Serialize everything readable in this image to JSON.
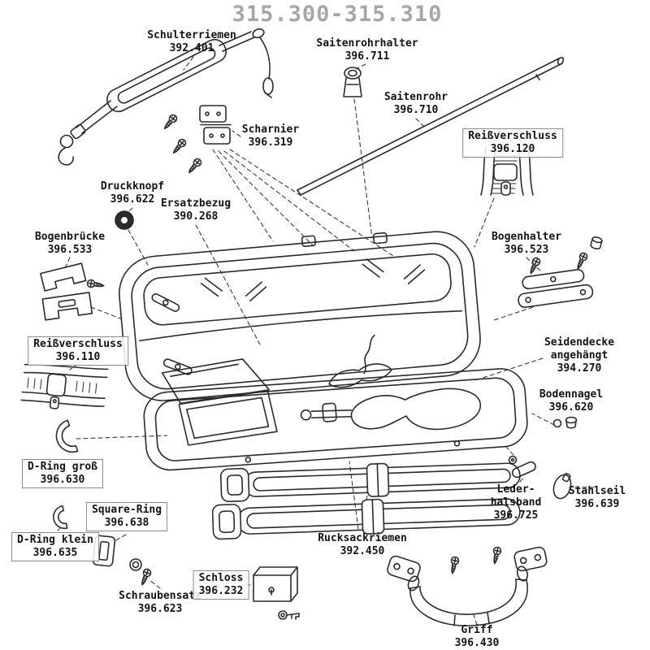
{
  "title": "315.300-315.310",
  "colors": {
    "ink": "#2b2b2b",
    "title_gray": "#a6a6a6",
    "background": "#ffffff"
  },
  "labels": {
    "schulterriemen": "Schulterriemen\n392.401",
    "saitenrohrhalter": "Saitenrohrhalter\n396.711",
    "saitenrohr": "Saitenrohr\n396.710",
    "scharnier": "Scharnier\n396.319",
    "reissverschluss_120": "Reißverschluss\n396.120",
    "druckknopf": "Druckknopf\n396.622",
    "ersatzbezug": "Ersatzbezug\n390.268",
    "bogenbruecke": "Bogenbrücke\n396.533",
    "bogenhalter": "Bogenhalter\n396.523",
    "reissverschluss_110": "Reißverschluss\n396.110",
    "seidendecke": "Seidendecke\nangehängt\n394.270",
    "bodennagel": "Bodennagel\n396.620",
    "d_ring_gross": "D-Ring groß\n396.630",
    "stahlseil": "Stahlseil\n396.639",
    "leder_halsband": "Leder-\nhalsband\n396.725",
    "square_ring": "Square-Ring\n396.638",
    "d_ring_klein": "D-Ring klein\n396.635",
    "rucksackriemen": "Rucksackriemen\n392.450",
    "schraubensatz": "Schraubensatz\n396.623",
    "schloss": "Schloss\n396.232",
    "griff": "Griff\n396.430"
  }
}
